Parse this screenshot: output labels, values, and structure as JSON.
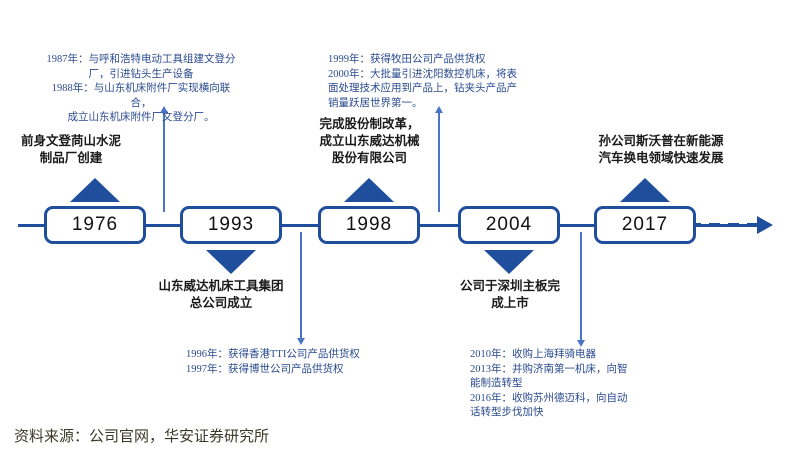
{
  "figure": {
    "accent_color": "#1F4E9C",
    "leader_color": "#4A74C4",
    "note_color": "#2B4B8F"
  },
  "timeline": {
    "nodes": [
      {
        "year": "1976"
      },
      {
        "year": "1993"
      },
      {
        "year": "1998"
      },
      {
        "year": "2004"
      },
      {
        "year": "2017"
      }
    ]
  },
  "captions": {
    "c1976": "前身文登苘山水泥\n制品厂创建",
    "c1993": "山东威达机床工具集团\n总公司成立",
    "c1998": "完成股份制改革，\n成立山东威达机械\n股份有限公司",
    "c2004": "公司于深圳主板完\n成上市",
    "c2017": "孙公司斯沃普在新能源\n汽车换电领域快速发展"
  },
  "notes": {
    "n1987_1988": "1987年：与呼和浩特电动工具组建文登分\n厂，引进钻头生产设备\n1988年：与山东机床附件厂实现横向联合，\n成立山东机床附件厂文登分厂。",
    "n1996_1997": "1996年：获得香港TTI公司产品供货权\n1997年：获得博世公司产品供货权",
    "n1999_2000": "1999年：获得牧田公司产品供货权\n2000年：大批量引进沈阳数控机床，将表\n面处理技术应用到产品上，钻夹头产品产\n销量跃居世界第一。",
    "n2010_2016": "2010年：收购上海拜骑电器\n2013年：并购济南第一机床，向智\n能制造转型\n2016年：收购苏州德迈科，向自动\n话转型步伐加快"
  },
  "footer": {
    "source": "资料来源：公司官网，华安证券研究所"
  }
}
